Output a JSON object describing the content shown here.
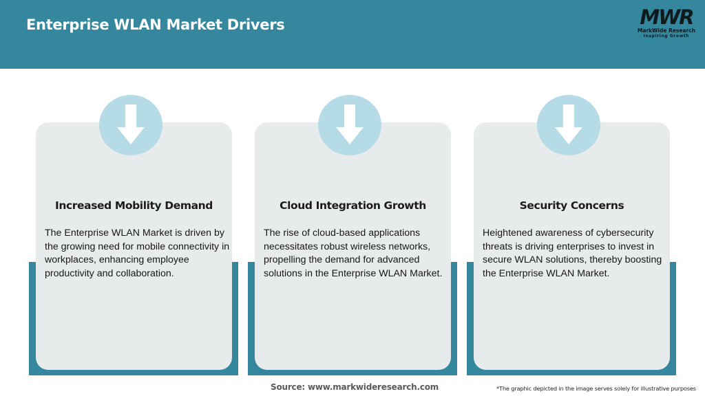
{
  "header": {
    "title": "Enterprise WLAN Market Drivers",
    "background_color": "#34879d"
  },
  "logo": {
    "mark": "MWR",
    "name": "MarkWide Research",
    "tagline": "Inspiring Growth"
  },
  "drivers": [
    {
      "icon": "arrow-down-icon",
      "title": "Increased Mobility Demand",
      "description": "The Enterprise WLAN Market is driven by the growing need for mobile connectivity in workplaces, enhancing employee productivity and collaboration."
    },
    {
      "icon": "arrow-down-icon",
      "title": "Cloud Integration Growth",
      "description": "The rise of cloud-based applications necessitates robust wireless networks, propelling the demand for advanced solutions in the Enterprise WLAN Market."
    },
    {
      "icon": "arrow-down-icon",
      "title": "Security Concerns",
      "description": "Heightened awareness of cybersecurity threats is driving enterprises to invest in secure WLAN solutions, thereby boosting the Enterprise WLAN Market."
    }
  ],
  "colors": {
    "accent": "#34879d",
    "card": "#e8ebec",
    "circle": "#b5dbe6"
  },
  "footer": {
    "source": "Source: www.markwideresearch.com",
    "disclaimer": "*The graphic depicted in the image serves solely for illustrative purposes"
  }
}
